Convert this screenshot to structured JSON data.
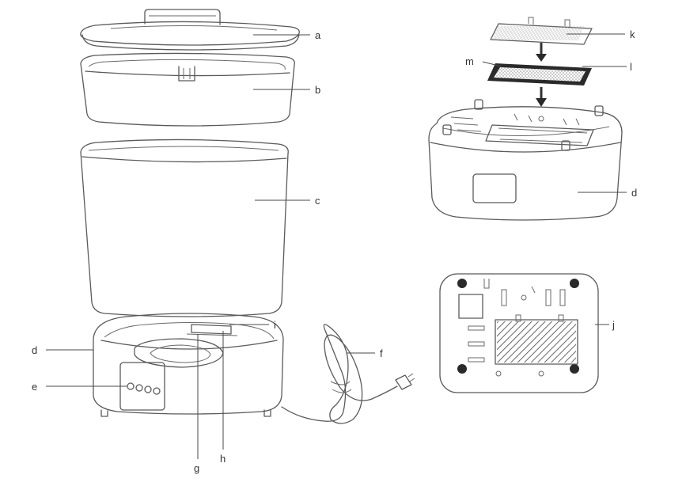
{
  "labels": {
    "a": "a",
    "b": "b",
    "c": "c",
    "d_left": "d",
    "e": "e",
    "f": "f",
    "g": "g",
    "h": "h",
    "i": "i",
    "j": "j",
    "k": "k",
    "l": "l",
    "m": "m",
    "d_right": "d"
  },
  "colors": {
    "line": "#5a5a5a",
    "filter_frame": "#2a2a2a",
    "feet": "#2a2a2a",
    "background": "#ffffff"
  }
}
